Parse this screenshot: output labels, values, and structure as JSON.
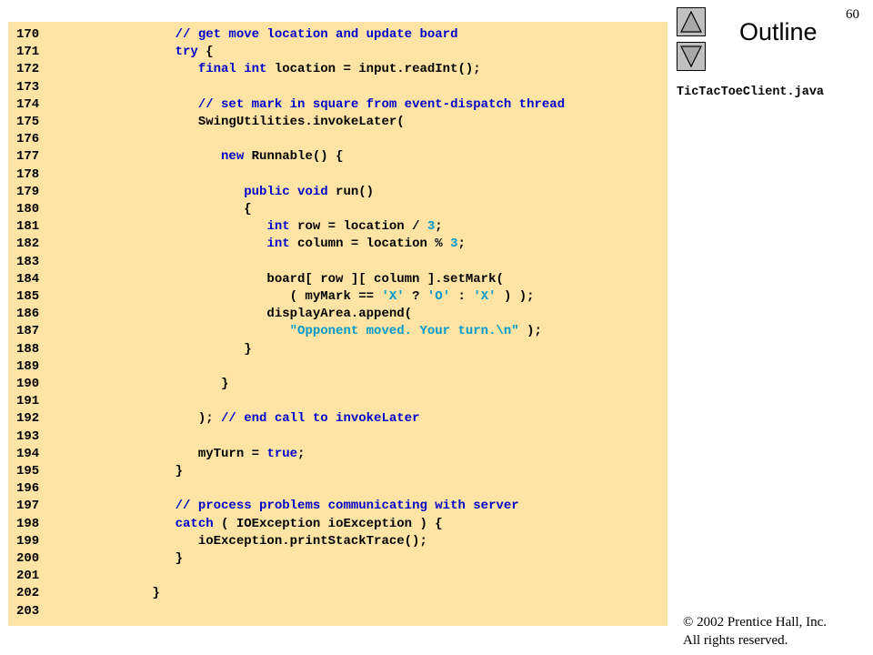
{
  "slide_number": "60",
  "outline_title": "Outline",
  "file_name": "TicTacToeClient.java",
  "copyright_line1": "© 2002 Prentice Hall, Inc.",
  "copyright_line2": "All rights reserved.",
  "icons": {
    "up": "triangle-up-icon",
    "down": "triangle-down-icon"
  },
  "colors": {
    "code_bg": "#fde3a4",
    "keyword": "#0000cc",
    "literal": "#0099cc",
    "button": "#c0c0c0"
  },
  "code_lines": [
    {
      "num": "170",
      "segments": [
        [
          "t",
          "         "
        ],
        [
          "c",
          "// get move location and update board"
        ]
      ]
    },
    {
      "num": "171",
      "segments": [
        [
          "t",
          "         "
        ],
        [
          "k",
          "try"
        ],
        [
          "t",
          " {"
        ]
      ]
    },
    {
      "num": "172",
      "segments": [
        [
          "t",
          "            "
        ],
        [
          "k",
          "final int"
        ],
        [
          "t",
          " location = input.readInt();"
        ]
      ]
    },
    {
      "num": "173",
      "segments": []
    },
    {
      "num": "174",
      "segments": [
        [
          "t",
          "            "
        ],
        [
          "c",
          "// set mark in square from event-dispatch thread"
        ]
      ]
    },
    {
      "num": "175",
      "segments": [
        [
          "t",
          "            SwingUtilities.invokeLater("
        ]
      ]
    },
    {
      "num": "176",
      "segments": []
    },
    {
      "num": "177",
      "segments": [
        [
          "t",
          "               "
        ],
        [
          "k",
          "new"
        ],
        [
          "t",
          " Runnable() {"
        ]
      ]
    },
    {
      "num": "178",
      "segments": []
    },
    {
      "num": "179",
      "segments": [
        [
          "t",
          "                  "
        ],
        [
          "k",
          "public void"
        ],
        [
          "t",
          " run()"
        ]
      ]
    },
    {
      "num": "180",
      "segments": [
        [
          "t",
          "                  {"
        ]
      ]
    },
    {
      "num": "181",
      "segments": [
        [
          "t",
          "                     "
        ],
        [
          "k",
          "int"
        ],
        [
          "t",
          " row = location / "
        ],
        [
          "n",
          "3"
        ],
        [
          "t",
          ";"
        ]
      ]
    },
    {
      "num": "182",
      "segments": [
        [
          "t",
          "                     "
        ],
        [
          "k",
          "int"
        ],
        [
          "t",
          " column = location % "
        ],
        [
          "n",
          "3"
        ],
        [
          "t",
          ";"
        ]
      ]
    },
    {
      "num": "183",
      "segments": []
    },
    {
      "num": "184",
      "segments": [
        [
          "t",
          "                     board[ row ][ column ].setMark("
        ]
      ]
    },
    {
      "num": "185",
      "segments": [
        [
          "t",
          "                        ( myMark == "
        ],
        [
          "s",
          "'X'"
        ],
        [
          "t",
          " ? "
        ],
        [
          "s",
          "'O'"
        ],
        [
          "t",
          " : "
        ],
        [
          "s",
          "'X'"
        ],
        [
          "t",
          " ) );"
        ]
      ]
    },
    {
      "num": "186",
      "segments": [
        [
          "t",
          "                     displayArea.append("
        ]
      ]
    },
    {
      "num": "187",
      "segments": [
        [
          "t",
          "                        "
        ],
        [
          "s",
          "\"Opponent moved. Your turn.\\n\""
        ],
        [
          "t",
          " );"
        ]
      ]
    },
    {
      "num": "188",
      "segments": [
        [
          "t",
          "                  }"
        ]
      ]
    },
    {
      "num": "189",
      "segments": []
    },
    {
      "num": "190",
      "segments": [
        [
          "t",
          "               }"
        ]
      ]
    },
    {
      "num": "191",
      "segments": []
    },
    {
      "num": "192",
      "segments": [
        [
          "t",
          "            ); "
        ],
        [
          "c",
          "// end call to invokeLater"
        ]
      ]
    },
    {
      "num": "193",
      "segments": []
    },
    {
      "num": "194",
      "segments": [
        [
          "t",
          "            myTurn = "
        ],
        [
          "k",
          "true"
        ],
        [
          "t",
          ";"
        ]
      ]
    },
    {
      "num": "195",
      "segments": [
        [
          "t",
          "         }"
        ]
      ]
    },
    {
      "num": "196",
      "segments": []
    },
    {
      "num": "197",
      "segments": [
        [
          "t",
          "         "
        ],
        [
          "c",
          "// process problems communicating with server"
        ]
      ]
    },
    {
      "num": "198",
      "segments": [
        [
          "t",
          "         "
        ],
        [
          "k",
          "catch"
        ],
        [
          "t",
          " ( IOException ioException ) {"
        ]
      ]
    },
    {
      "num": "199",
      "segments": [
        [
          "t",
          "            ioException.printStackTrace();"
        ]
      ]
    },
    {
      "num": "200",
      "segments": [
        [
          "t",
          "         }"
        ]
      ]
    },
    {
      "num": "201",
      "segments": []
    },
    {
      "num": "202",
      "segments": [
        [
          "t",
          "      }"
        ]
      ]
    },
    {
      "num": "203",
      "segments": []
    }
  ]
}
